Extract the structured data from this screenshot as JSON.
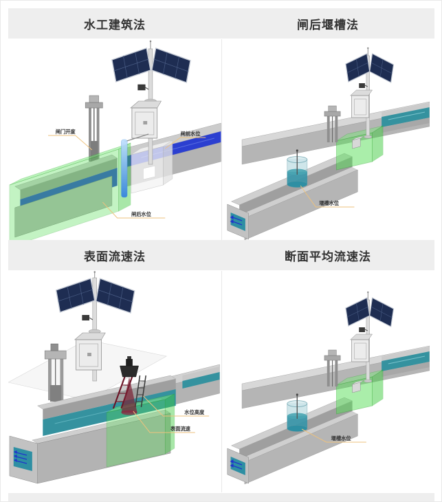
{
  "panels": [
    {
      "key": "hydraulic-structure",
      "title": "水工建筑法",
      "labels": {
        "gate_opening": "闸门开度",
        "pre_gate_level": "闸前水位",
        "post_gate_level": "闸后水位"
      }
    },
    {
      "key": "post-gate-weir-flume",
      "title": "闸后堰槽法",
      "labels": {
        "weir_level": "堰槽水位"
      }
    },
    {
      "key": "surface-velocity",
      "title": "表面流速法",
      "labels": {
        "water_height": "水位高度",
        "surface_velocity": "表面流速"
      }
    },
    {
      "key": "section-mean-velocity",
      "title": "断面平均流速法",
      "labels": {
        "weir_level": "堰槽水位"
      }
    }
  ],
  "colors": {
    "header_bg": "#eeeeee",
    "header_text": "#333333",
    "panel_bg": "#ffffff",
    "divider": "#e8e8e8",
    "concrete_light": "#d2d2d2",
    "concrete": "#b5b5b5",
    "concrete_dark": "#9a9a9a",
    "highlight_green": "#55dd55",
    "water_blue": "#2b47cc",
    "water_teal": "#2e8fa3",
    "solar_panel_navy": "#1e2d52",
    "leader_orange": "#eec27d",
    "device_maroon": "#6b1426",
    "beam_blue": "#6fb6f2"
  }
}
